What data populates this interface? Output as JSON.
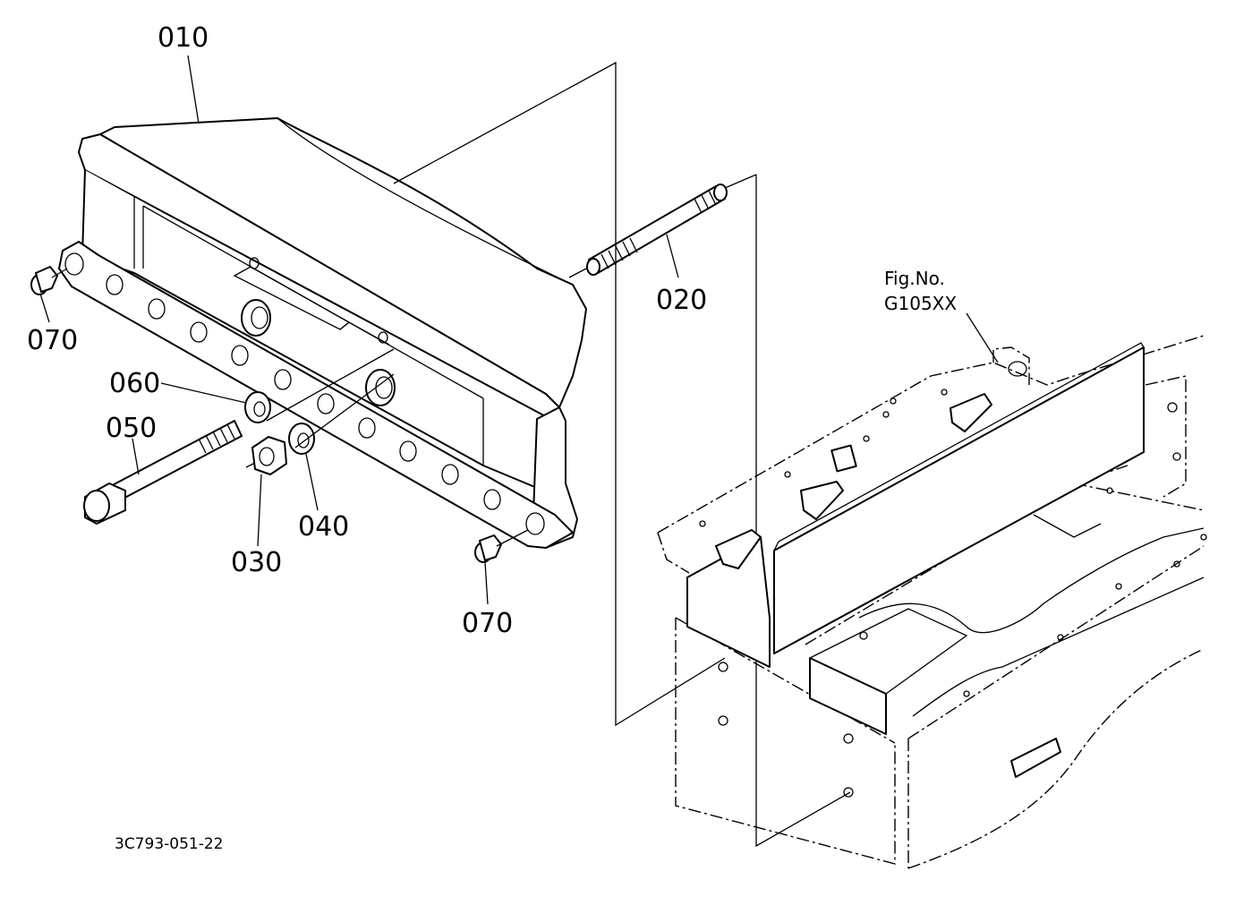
{
  "parts": {
    "p010": "010",
    "p020": "020",
    "p030": "030",
    "p040": "040",
    "p050": "050",
    "p060": "060",
    "p070a": "070",
    "p070b": "070"
  },
  "fig_ref": {
    "line1": "Fig.No.",
    "line2": "G105XX"
  },
  "drawing_code": "3C793-051-22"
}
